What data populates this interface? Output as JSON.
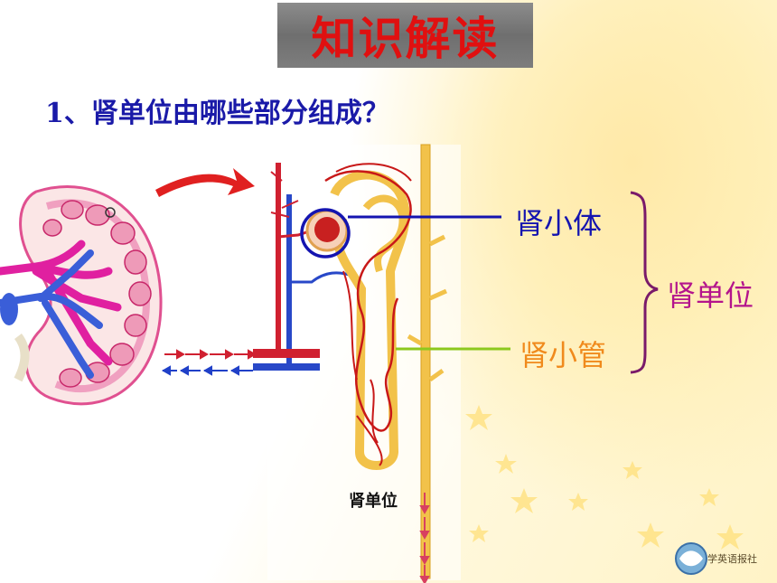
{
  "title": "知识解读",
  "question": "1、肾单位由哪些部分组成？",
  "labels": {
    "corpuscle": "肾小体",
    "tubule": "肾小管",
    "nephron": "肾单位"
  },
  "diagram_caption": "肾单位",
  "logo_text": "学英语报社",
  "colors": {
    "title_text": "#e01010",
    "question": "#1a1aa8",
    "corpuscle_label": "#1414b0",
    "tubule_label": "#f08a1c",
    "nephron_label": "#b4148c",
    "corpuscle_line": "#1414b0",
    "tubule_line": "#8cc81e",
    "brace": "#7a1a6a"
  }
}
